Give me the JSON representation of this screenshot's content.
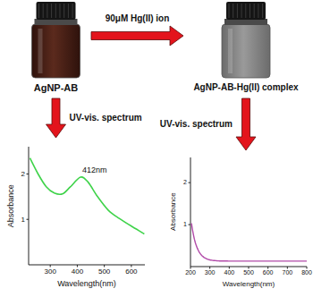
{
  "diagram": {
    "nodes": [
      {
        "text": [
          "AgNP-AB"
        ]
      },
      {
        "text": [
          "AgNP-AB-Hg(II) complex"
        ]
      },
      {
        "text": [
          "412nm",
          "Absorbance",
          "Wavelength(nm)"
        ]
      },
      {
        "text": [
          "Absorbance",
          "Wavelength(nm)"
        ]
      }
    ],
    "edges": [
      {
        "from": 0,
        "to": 1,
        "arrow": "to",
        "label": "90μM Hg(II) ion"
      },
      {
        "from": 0,
        "to": 2,
        "arrow": "to",
        "label": "UV-vis. spectrum"
      },
      {
        "from": 1,
        "to": 3,
        "arrow": "to",
        "label": "UV-vis. spectrum"
      }
    ],
    "labels": [
      "300",
      "400",
      "500",
      "600",
      "1",
      "2",
      "200",
      "300",
      "400",
      "500",
      "600",
      "700",
      "800",
      "1",
      "2"
    ]
  }
}
